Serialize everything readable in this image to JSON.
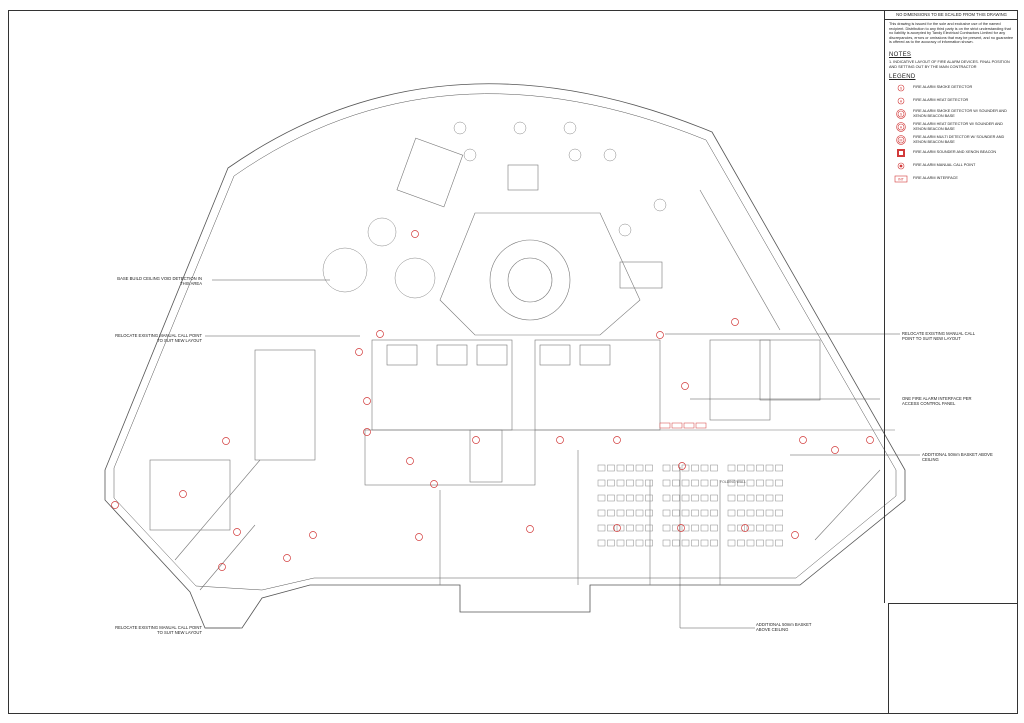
{
  "header": {
    "disclaimer_title": "NO DIMENSIONS TO BE SCALED FROM THIS DRAWING",
    "disclaimer_text": "This drawing is issued for the sole and exclusive use of the named recipient. Distribution to any third party is on the strict understanding that no liability is accepted by Tandy Electrical Contractors Limited for any discrepancies, errors or omissions that may be present, and no guarantee is offered as to the accuracy of information shown."
  },
  "notes": {
    "title": "NOTES",
    "items": [
      "1.  INDICATIVE LAYOUT OF FIRE ALARM DEVICES. FINAL POSITION AND SETTING OUT BY THE MAIN CONTRACTOR"
    ]
  },
  "legend": {
    "title": "LEGEND",
    "items": [
      {
        "symbol": "S",
        "icon": "smoke-detector-icon",
        "label": "FIRE ALARM SMOKE DETECTOR"
      },
      {
        "symbol": "H",
        "icon": "heat-detector-icon",
        "label": "FIRE ALARM HEAT DETECTOR"
      },
      {
        "symbol": "S",
        "icon": "smoke-detector-sounder-icon",
        "label": "FIRE ALARM SMOKE DETECTOR W/ SOUNDER AND XENON BEACON BASE"
      },
      {
        "symbol": "H",
        "icon": "heat-detector-sounder-icon",
        "label": "FIRE ALARM HEAT DETECTOR W/ SOUNDER AND XENON BEACON BASE"
      },
      {
        "symbol": "M",
        "icon": "multi-detector-sounder-icon",
        "label": "FIRE ALARM MULTI DETECTOR W/ SOUNDER AND XENON BEACON BASE"
      },
      {
        "symbol": "",
        "icon": "sounder-beacon-icon",
        "label": "FIRE ALARM SOUNDER AND XENON BEACON"
      },
      {
        "symbol": "",
        "icon": "manual-call-point-icon",
        "label": "FIRE ALARM MANUAL CALL POINT"
      },
      {
        "symbol": "INT",
        "icon": "interface-icon",
        "label": "FIRE ALARM INTERFACE"
      }
    ]
  },
  "callouts": {
    "void_detection": "BASE BUILD CEILING VOID DETECTION IN THIS AREA",
    "relocate_left_upper": "RELOCATE EXISTING MANUAL CALL POINT TO SUIT NEW LAYOUT",
    "relocate_left_lower": "RELOCATE EXISTING MANUAL CALL POINT TO SUIT NEW LAYOUT",
    "relocate_right": "RELOCATE EXISTING MANUAL CALL POINT TO SUIT NEW LAYOUT",
    "interface": "ONE FIRE ALARM INTERFACE PER ACCESS CONTROL PANEL",
    "basket_right": "ADDITIONAL 50mm BASKET ABOVE CEILING",
    "basket_bottom": "ADDITIONAL 50mm BASKET ABOVE CEILING"
  },
  "plan": {
    "folding_wall": "FOLDING WALL",
    "int": "INT"
  },
  "colors": {
    "device": "#d23a3a",
    "line": "#555555"
  }
}
